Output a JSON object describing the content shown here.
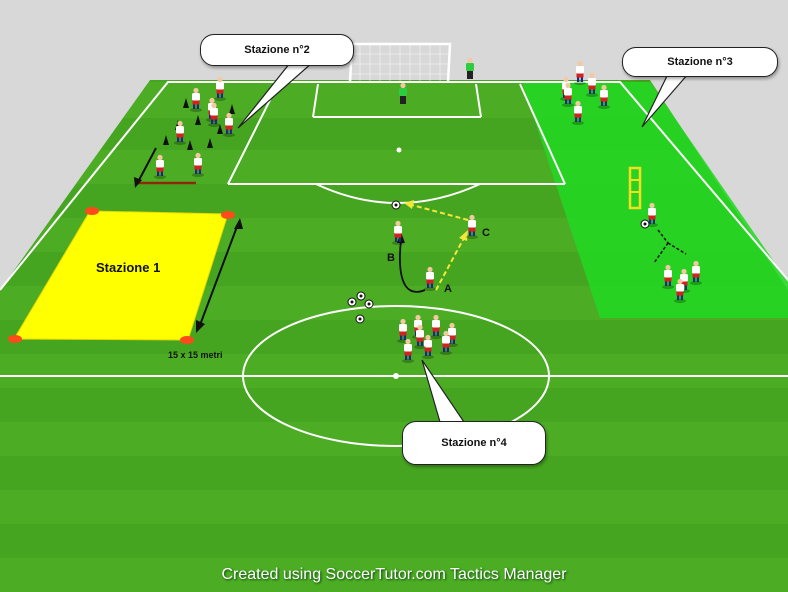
{
  "stations": {
    "s1": "Stazione 1",
    "s2": "Stazione n°2",
    "s3": "Stazione n°3",
    "s4": "Stazione n°4"
  },
  "dimension_label": "15 x 15 metri",
  "player_labels": {
    "a": "A",
    "b": "B",
    "c": "C"
  },
  "footer": "Created using SoccerTutor.com Tactics Manager",
  "colors": {
    "grass_dark": "#3f9c1c",
    "grass_light": "#52b52a",
    "zone_station3": "#22d822",
    "zone_station1": "#ffff00",
    "shirt": "#ffffff",
    "shorts": "#d42020",
    "socks": "#1a2a80",
    "goalkeeper": "#2ecc40",
    "pass_arrow": "#f3e83a"
  }
}
